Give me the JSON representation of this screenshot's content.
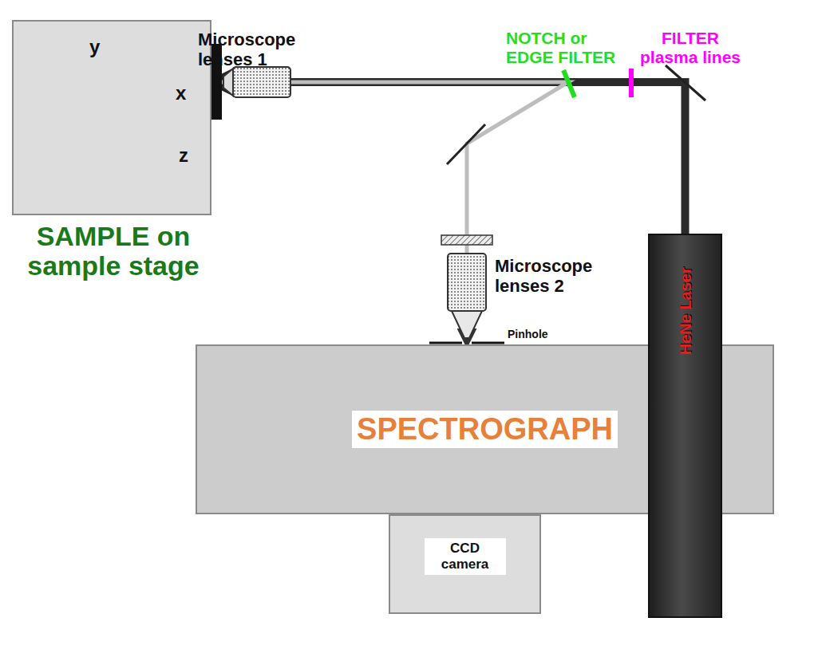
{
  "diagram": {
    "nodes": [
      {
        "text": [
          "SAMPLE on sample stage"
        ]
      },
      {
        "text": [
          "SPECTROGRAPH"
        ]
      },
      {
        "text": [
          "CCD camera"
        ]
      },
      {
        "text": [
          "HeNe Laser"
        ]
      }
    ],
    "edges": [
      {
        "from": 3,
        "to": 0,
        "arrow": "to"
      },
      {
        "from": 0,
        "to": 1,
        "arrow": "to"
      }
    ],
    "labels": [
      "y",
      "x",
      "z",
      "Microscope lenses 1",
      "NOTCH or EDGE FILTER",
      "FILTER plasma lines",
      "Microscope lenses 2",
      "Pinhole"
    ]
  }
}
